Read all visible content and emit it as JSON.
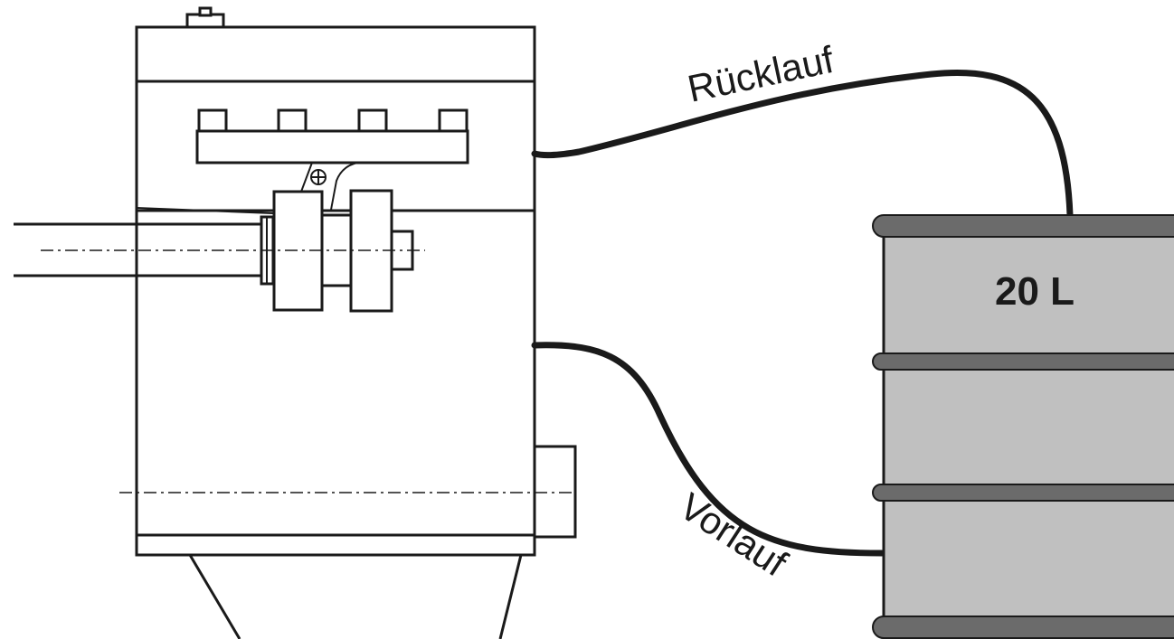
{
  "labels": {
    "return_line": "Rücklauf",
    "supply_line": "Vorlauf",
    "drum_volume": "20 L"
  },
  "colors": {
    "line": "#1a1a1a",
    "drum_body": "#c0c0c0",
    "drum_rib": "#6b6b6b",
    "background": "#ffffff"
  }
}
